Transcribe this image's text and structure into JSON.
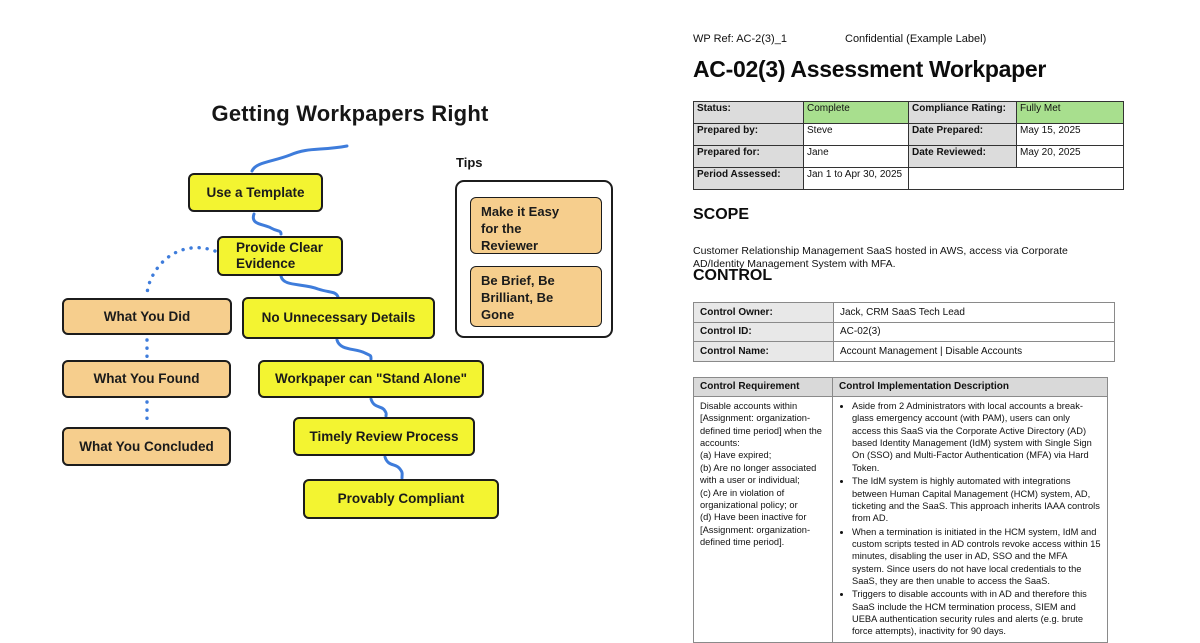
{
  "colors": {
    "node_yellow": "#F3F431",
    "node_tan": "#F6CE8D",
    "connector_blue": "#3E7CDB",
    "cell_green": "#A8DF8E",
    "cell_gray": "#DCDCDC"
  },
  "diagram": {
    "title": "Getting Workpapers Right",
    "nodes": {
      "use_template": "Use a Template",
      "provide_clear": "Provide Clear\nEvidence",
      "what_did": "What You Did",
      "no_unnecessary": "No Unnecessary Details",
      "what_found": "What You Found",
      "stand_alone": "Workpaper can \"Stand Alone\"",
      "what_concluded": "What You Concluded",
      "timely": "Timely Review Process",
      "provably": "Provably Compliant"
    },
    "tips": {
      "label": "Tips",
      "items": [
        "Make it Easy\nfor the\nReviewer",
        "Be Brief, Be\nBrilliant, Be\nGone"
      ]
    }
  },
  "document": {
    "wp_ref": "WP Ref: AC-2(3)_1",
    "confidential": "Confidential (Example Label)",
    "title": "AC-02(3) Assessment Workpaper",
    "status_table": {
      "rows": [
        {
          "l1": "Status:",
          "v1": "Complete",
          "l2": "Compliance Rating:",
          "v2": "Fully Met"
        },
        {
          "l1": "Prepared by:",
          "v1": "Steve",
          "l2": "Date Prepared:",
          "v2": "May 15, 2025"
        },
        {
          "l1": "Prepared for:",
          "v1": "Jane",
          "l2": "Date Reviewed:",
          "v2": "May 20, 2025"
        },
        {
          "l1": "Period Assessed:",
          "v1": "Jan 1 to Apr 30, 2025"
        }
      ]
    },
    "scope": {
      "heading": "SCOPE",
      "body": "Customer Relationship Management SaaS hosted in AWS, access via Corporate AD/Identity Management System with MFA."
    },
    "control": {
      "heading": "CONTROL",
      "rows": [
        {
          "label": "Control Owner:",
          "value": "Jack, CRM SaaS Tech Lead"
        },
        {
          "label": "Control ID:",
          "value": "AC-02(3)"
        },
        {
          "label": "Control Name:",
          "value": "Account Management | Disable Accounts"
        }
      ]
    },
    "req_table": {
      "header": [
        "Control Requirement",
        "Control Implementation Description"
      ],
      "requirement_lines": [
        "Disable accounts within [Assignment: organization-defined time period] when the accounts:",
        "(a) Have expired;",
        "(b) Are no longer associated with a user or individual;",
        "(c) Are in violation of organizational policy; or",
        "(d) Have been inactive for [Assignment: organization-defined time period]."
      ],
      "bullets": [
        "Aside from 2 Administrators with local accounts a break-glass emergency account (with PAM), users can only access this SaaS via the Corporate Active Directory (AD) based Identity Management (IdM) system with Single Sign On (SSO) and Multi-Factor Authentication (MFA) via Hard Token.",
        "The IdM system is highly automated with integrations between Human Capital Management (HCM) system, AD, ticketing and the SaaS.  This approach inherits IAAA controls from AD.",
        "When a termination is initiated in the HCM system, IdM and custom scripts tested in AD controls revoke access within 15 minutes, disabling the user in AD, SSO and the MFA system.  Since users do not have local credentials to the SaaS, they are then unable to access the SaaS.",
        "Triggers to disable accounts with in AD and therefore this SaaS include the HCM termination process, SIEM and UEBA authentication security rules and alerts (e.g. brute force attempts), inactivity for 90 days."
      ]
    }
  }
}
